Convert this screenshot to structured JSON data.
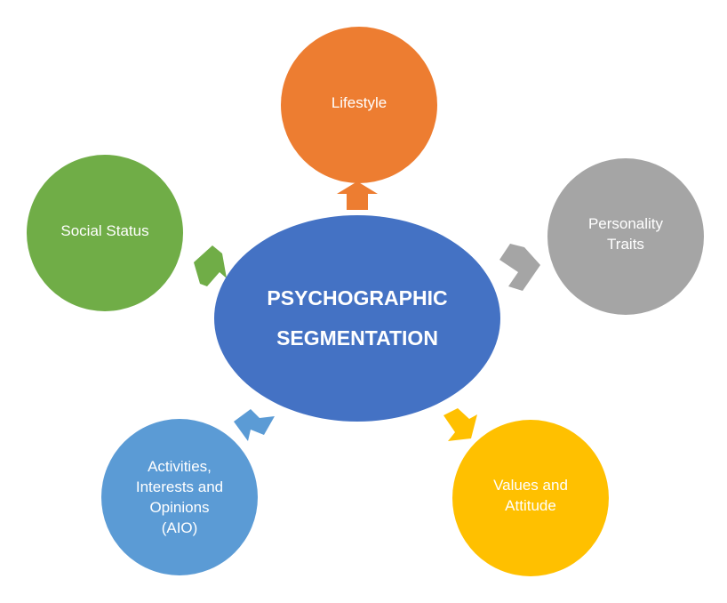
{
  "center": {
    "line1": "PSYCHOGRAPHIC",
    "line2": "SEGMENTATION",
    "color": "#4472C4"
  },
  "nodes": [
    {
      "id": "lifestyle",
      "label": "Lifestyle",
      "color": "#ED7D31"
    },
    {
      "id": "personality-traits",
      "label": "Personality\nTraits",
      "color": "#A5A5A5"
    },
    {
      "id": "values-and-attitude",
      "label": "Values and\nAttitude",
      "color": "#FFC000"
    },
    {
      "id": "aio",
      "label": "Activities,\nInterests and\nOpinions\n(AIO)",
      "color": "#5B9BD5"
    },
    {
      "id": "social-status",
      "label": "Social Status",
      "color": "#70AD47"
    }
  ]
}
